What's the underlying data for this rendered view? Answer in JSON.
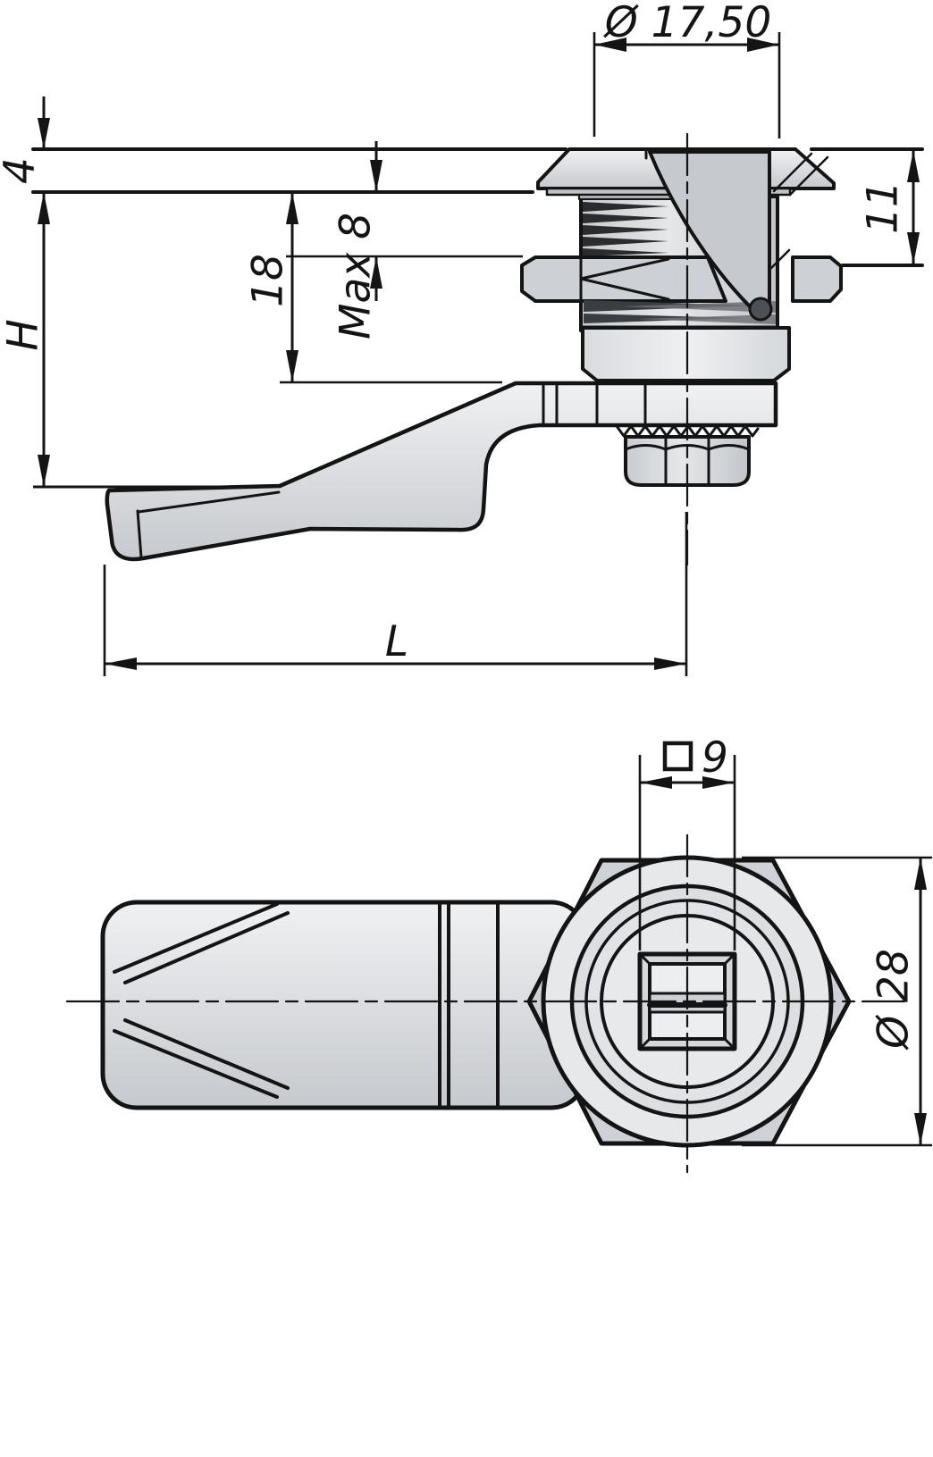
{
  "drawing_type": "technical drawing - quarter-turn cam lock, two orthographic views",
  "top_view": {
    "dimensions": {
      "head_diameter": "Ø 17,50",
      "head_height": "4",
      "total_height": "H",
      "thread_exposed": "18",
      "max_grip": "Max 8",
      "protrusion": "11",
      "cam_length": "L"
    }
  },
  "bottom_view": {
    "dimensions": {
      "square_socket": "9",
      "outer_diameter": "Ø 28"
    }
  },
  "palette": {
    "line": "#141414",
    "fill_light": "#e9ebed",
    "fill_mid": "#d3d6da",
    "fill_dark": "#c2c5ca",
    "ball": "#4c5157",
    "background": "#ffffff"
  }
}
